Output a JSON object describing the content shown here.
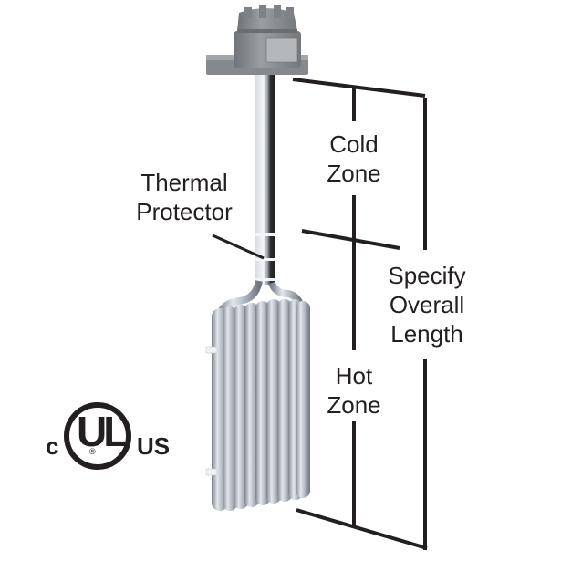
{
  "diagram": {
    "subject": "Immersion heater with coiled heating element",
    "labels": {
      "thermal_protector": [
        "Thermal",
        "Protector"
      ],
      "cold_zone": [
        "Cold",
        "Zone"
      ],
      "hot_zone": [
        "Hot",
        "Zone"
      ],
      "overall_length": [
        "Specify",
        "Overall",
        "Length"
      ]
    },
    "certification": {
      "left": "c",
      "center": "UL",
      "right": "US",
      "registered": "®"
    },
    "colors": {
      "line": "#231f20",
      "text": "#231f20",
      "metal_light": "#c9ced6",
      "metal_mid": "#9aa1ab",
      "metal_dark": "#6d747e",
      "housing": "#8a8d91",
      "background": "#ffffff"
    }
  }
}
